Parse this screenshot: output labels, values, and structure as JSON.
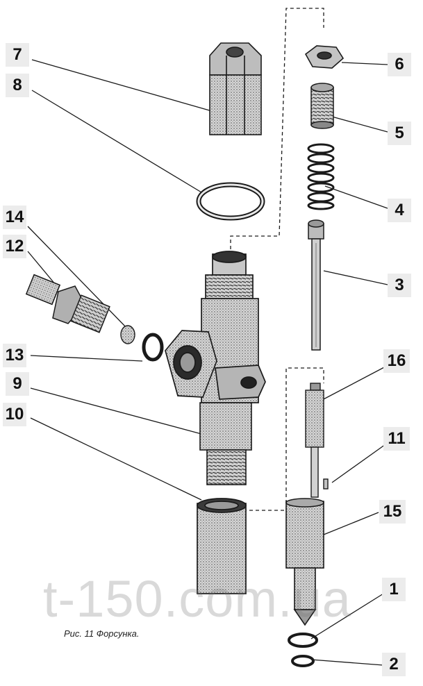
{
  "figure": {
    "caption": "Рис. 11 Форсунка.",
    "watermark": "t-150.com.ua"
  },
  "callouts": {
    "c1": "1",
    "c2": "2",
    "c3": "3",
    "c4": "4",
    "c5": "5",
    "c6": "6",
    "c7": "7",
    "c8": "8",
    "c9": "9",
    "c10": "10",
    "c11": "11",
    "c12": "12",
    "c13": "13",
    "c14": "14",
    "c15": "15",
    "c16": "16"
  },
  "colors": {
    "ink": "#1a1a1a",
    "shade": "#8a8a8a",
    "label_bg": "#ececec"
  }
}
